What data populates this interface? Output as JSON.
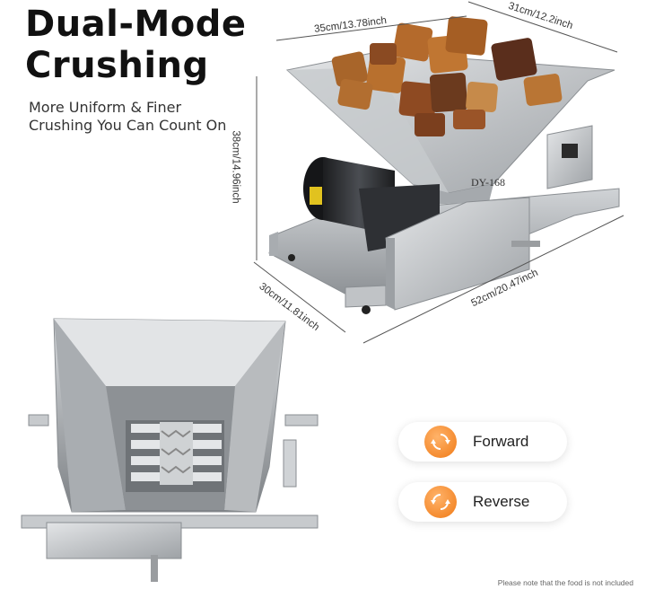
{
  "heading": {
    "line1": "Dual-Mode",
    "line2": "Crushing"
  },
  "subtitle": "More Uniform & Finer Crushing You Can Count On",
  "dimensions": {
    "hopper_width": "35cm/13.78inch",
    "hopper_depth": "31cm/12.2inch",
    "height": "38cm/14.96inch",
    "base_depth": "30cm/11.81inch",
    "length": "52cm/20.47inch"
  },
  "machine_label": "DY-168",
  "modes": [
    {
      "label": "Forward",
      "icon": "rotate-clockwise-icon"
    },
    {
      "label": "Reverse",
      "icon": "rotate-counterclockwise-icon"
    }
  ],
  "footnote": "Please note that the food is not included",
  "colors": {
    "accent": "#f07a16",
    "steel": "#b9bcbf",
    "motor": "#2b2d30"
  }
}
